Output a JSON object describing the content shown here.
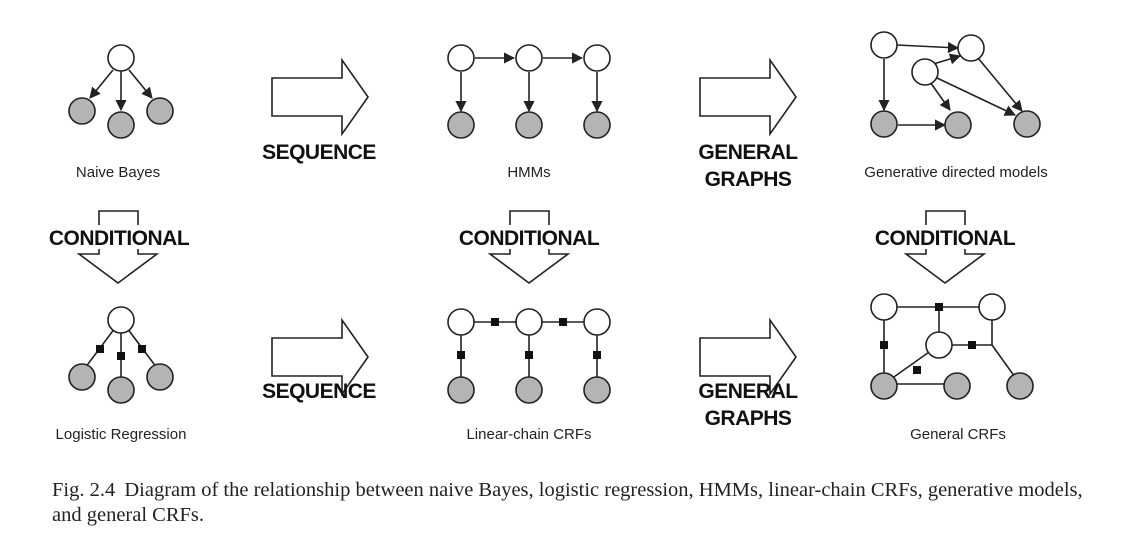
{
  "models": {
    "naive_bayes": "Naive Bayes",
    "hmms": "HMMs",
    "generative_directed": "Generative directed models",
    "logistic_regression": "Logistic Regression",
    "linear_chain_crfs": "Linear-chain CRFs",
    "general_crfs": "General CRFs"
  },
  "arrows": {
    "sequence": "SEQUENCE",
    "general_line1": "GENERAL",
    "general_line2": "GRAPHS",
    "conditional": "CONDITIONAL"
  },
  "caption": {
    "fig_number": "Fig. 2.4",
    "text": "Diagram of the relationship between naive Bayes, logistic regression, HMMs, linear-chain CRFs, generative models, and general CRFs."
  },
  "colors": {
    "observed_node": "#b4b4b4",
    "hidden_node": "#ffffff",
    "stroke": "#222222",
    "factor": "#111111"
  }
}
